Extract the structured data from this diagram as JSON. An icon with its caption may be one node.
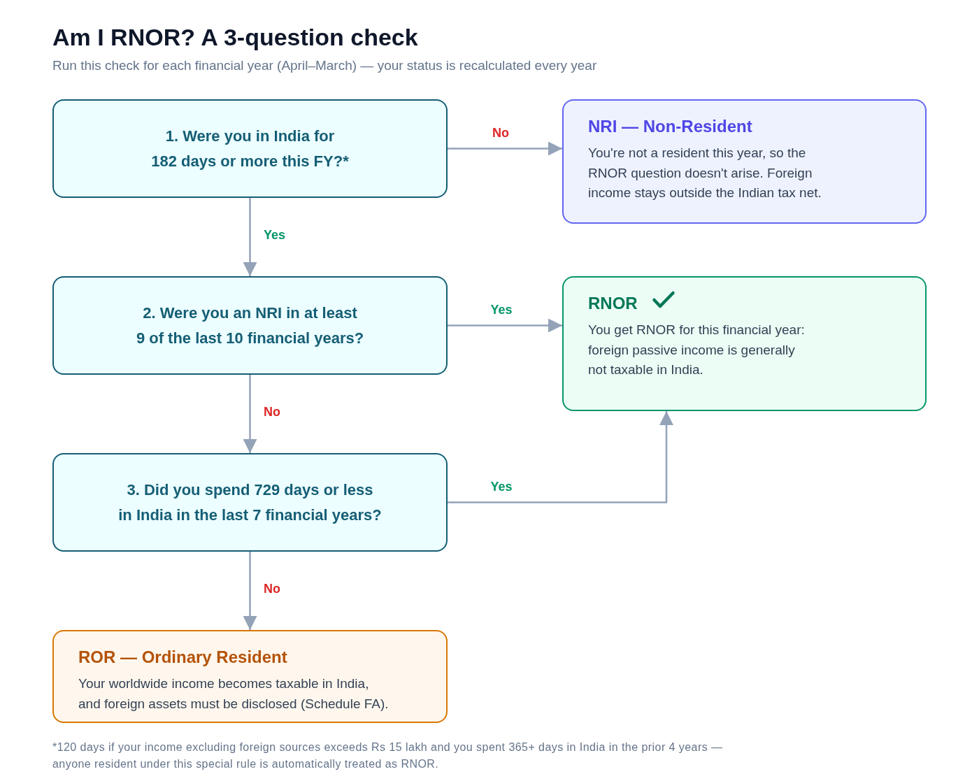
{
  "diagram": {
    "title": "Am I RNOR? A 3-question check",
    "nodes": [
      {
        "text": [
          "1. Were you in India for 182 days or more this FY?*"
        ]
      },
      {
        "text": [
          "NRI — Non-Resident",
          "You're not a resident this year, so the RNOR question doesn't arise. Foreign income stays outside the Indian tax net."
        ]
      },
      {
        "text": [
          "2. Were you an NRI in at least 9 of the last 10 financial years?"
        ]
      },
      {
        "text": [
          "RNOR",
          "You get RNOR for this financial year: foreign passive income is generally not taxable in India."
        ]
      },
      {
        "text": [
          "3. Did you spend 729 days or less in India in the last 7 financial years?"
        ]
      },
      {
        "text": [
          "ROR — Ordinary Resident",
          "Your worldwide income becomes taxable in India, and foreign assets must be disclosed (Schedule FA)."
        ]
      }
    ],
    "edges": [
      {
        "from": 0,
        "to": 1,
        "arrow": "to",
        "label": "No"
      },
      {
        "from": 0,
        "to": 2,
        "arrow": "to",
        "label": "Yes"
      },
      {
        "from": 2,
        "to": 3,
        "arrow": "to",
        "label": "Yes"
      },
      {
        "from": 2,
        "to": 4,
        "arrow": "to",
        "label": "No"
      },
      {
        "from": 4,
        "to": 3,
        "arrow": "to",
        "label": "Yes"
      },
      {
        "from": 4,
        "to": 5,
        "arrow": "to",
        "label": "No"
      }
    ],
    "labels": [
      "Run this check for each financial year (April–March) — your status is recalculated every year",
      "*120 days if your income excluding foreign sources exceeds Rs 15 lakh and you spent 365+ days in India in the prior 4 years — anyone resident under this special rule is automatically treated as RNOR."
    ]
  }
}
